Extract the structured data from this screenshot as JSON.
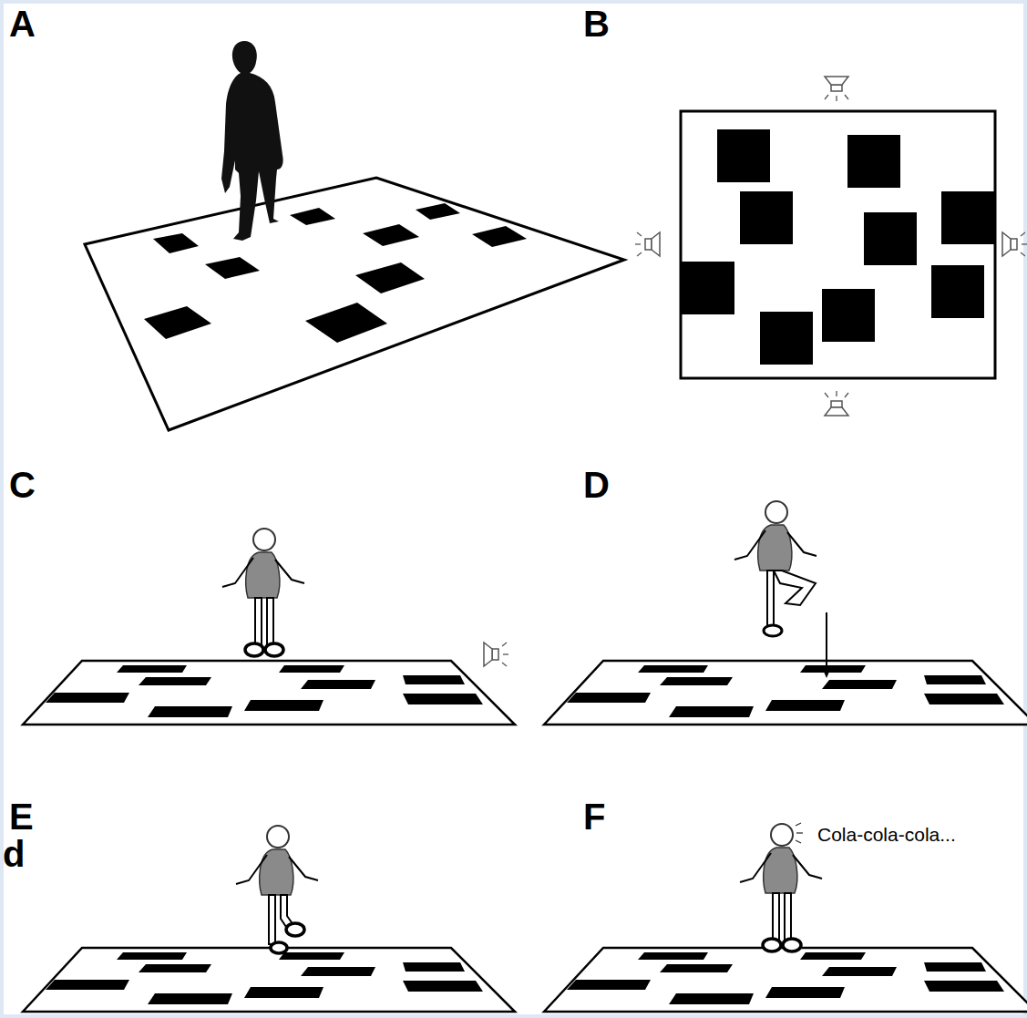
{
  "diagram": {
    "labels": [
      "A",
      "B",
      "C",
      "D",
      "E",
      "F",
      "Cola-cola-cola...",
      "d"
    ]
  }
}
